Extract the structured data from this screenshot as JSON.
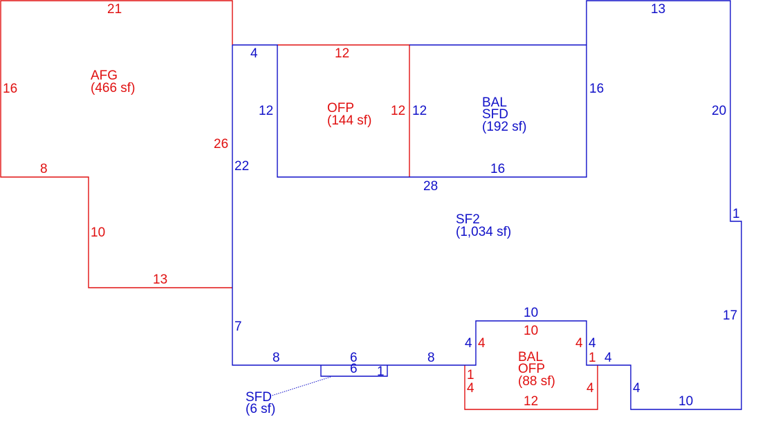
{
  "colors": {
    "red": "#e01010",
    "blue": "#1010c8",
    "background": "#ffffff"
  },
  "areas": {
    "afg": {
      "name": "AFG",
      "area": "(466 sf)"
    },
    "ofp": {
      "name": "OFP",
      "area": "(144 sf)"
    },
    "bal_sfd": {
      "name1": "BAL",
      "name2": "SFD",
      "area": "(192 sf)"
    },
    "sf2": {
      "name": "SF2",
      "area": "(1,034 sf)"
    },
    "bal_ofp": {
      "name1": "BAL",
      "name2": "OFP",
      "area": "(88 sf)"
    },
    "sfd": {
      "name": "SFD",
      "area": "(6 sf)"
    }
  },
  "dimensions": {
    "afg_top": "21",
    "afg_left": "16",
    "afg_right": "26",
    "afg_step_top": "8",
    "afg_step_side": "10",
    "afg_bottom": "13",
    "sf2_top_left": "4",
    "sf2_left_upper": "22",
    "sf2_left_lower": "7",
    "sf2_bottom_left": "8",
    "sf2_bottom_mid": "6",
    "sf2_bottom_right": "8",
    "sf2_notch_bottom": "28",
    "ofp_top": "12",
    "ofp_left": "12",
    "ofp_right": "12",
    "bal_sfd_left": "12",
    "bal_sfd_bottom": "16",
    "bal_sfd_right": "16",
    "sf2_top_right": "13",
    "sf2_right_upper": "20",
    "sf2_right_jog": "1",
    "sf2_right_lower": "17",
    "sf2_bottom_far": "10",
    "sf2_step_down": "4",
    "sf2_step_across": "4",
    "bay_top_blue": "10",
    "bay_left_blue": "4",
    "bay_right_blue": "4",
    "bal_ofp_top": "10",
    "bal_ofp_left_upper": "4",
    "bal_ofp_right_upper": "4",
    "bal_ofp_left_jog": "1",
    "bal_ofp_left_lower": "4",
    "bal_ofp_right_jog": "1",
    "bal_ofp_right_lower": "4",
    "bal_ofp_bottom": "12",
    "sfd_top": "6",
    "sfd_side": "1"
  }
}
